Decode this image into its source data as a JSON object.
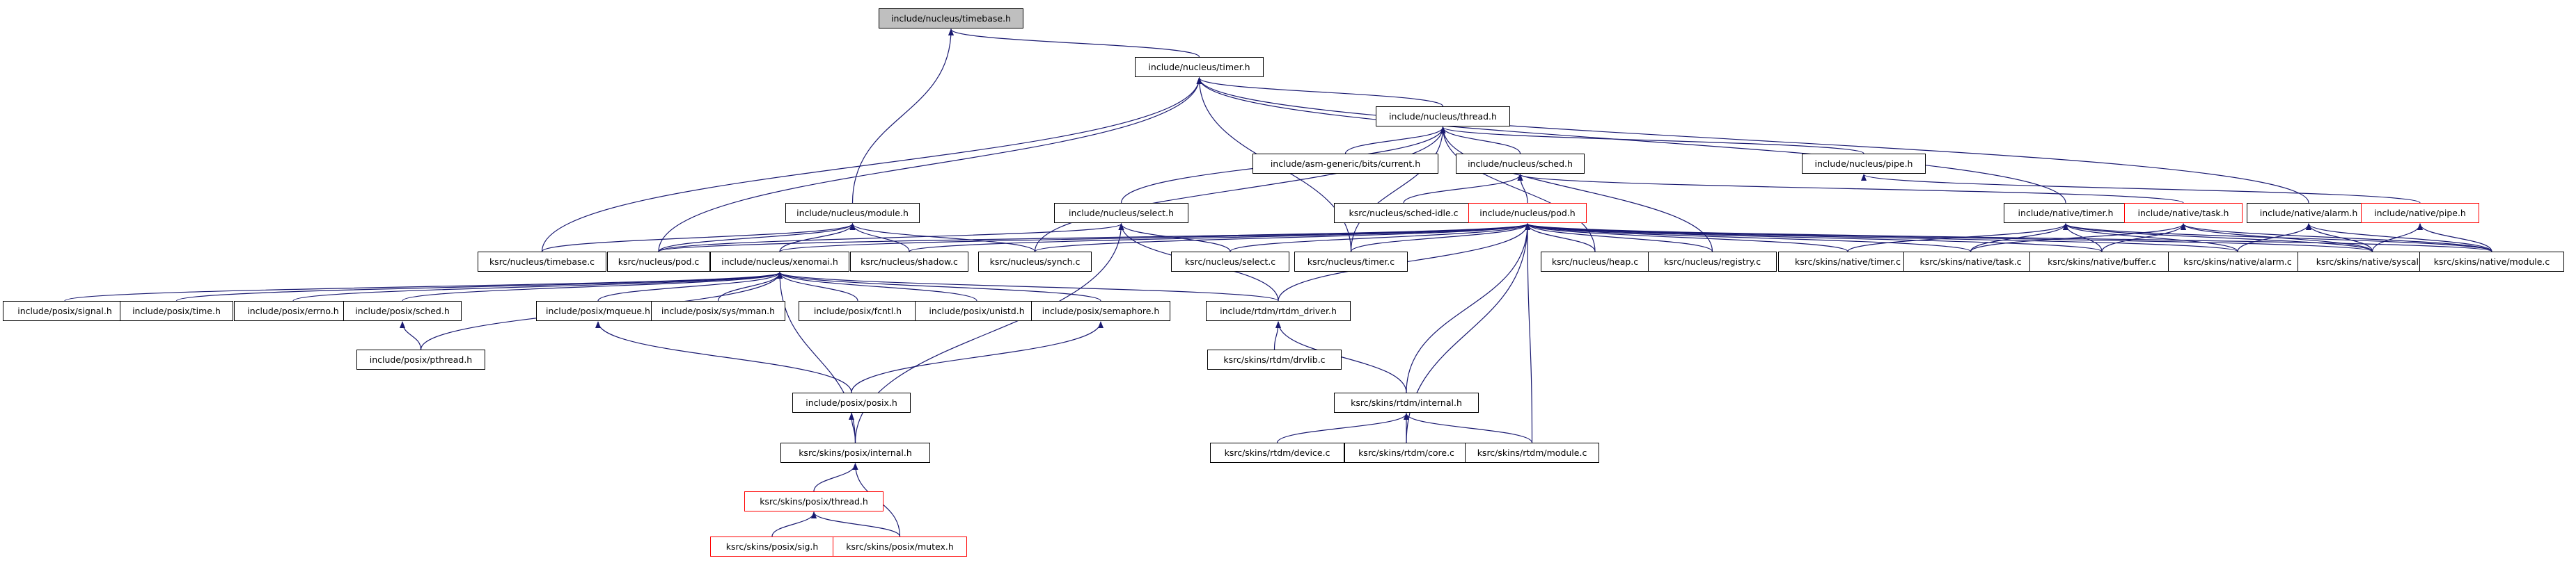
{
  "nodes": [
    {
      "id": "timebase_h",
      "label": "include/nucleus/timebase.h",
      "style": "root"
    },
    {
      "id": "timer_h",
      "label": "include/nucleus/timer.h",
      "style": "normal"
    },
    {
      "id": "thread_h",
      "label": "include/nucleus/thread.h",
      "style": "normal"
    },
    {
      "id": "current_h",
      "label": "include/asm-generic/bits/current.h",
      "style": "normal"
    },
    {
      "id": "sched_h",
      "label": "include/nucleus/sched.h",
      "style": "normal"
    },
    {
      "id": "pipe_h",
      "label": "include/nucleus/pipe.h",
      "style": "normal"
    },
    {
      "id": "module_h",
      "label": "include/nucleus/module.h",
      "style": "normal"
    },
    {
      "id": "select_h",
      "label": "include/nucleus/select.h",
      "style": "normal"
    },
    {
      "id": "sched_idle_c",
      "label": "ksrc/nucleus/sched-idle.c",
      "style": "normal"
    },
    {
      "id": "pod_h",
      "label": "include/nucleus/pod.h",
      "style": "red"
    },
    {
      "id": "native_timer_h",
      "label": "include/native/timer.h",
      "style": "normal"
    },
    {
      "id": "native_task_h",
      "label": "include/native/task.h",
      "style": "red"
    },
    {
      "id": "native_alarm_h",
      "label": "include/native/alarm.h",
      "style": "normal"
    },
    {
      "id": "native_pipe_h",
      "label": "include/native/pipe.h",
      "style": "red"
    },
    {
      "id": "timebase_c",
      "label": "ksrc/nucleus/timebase.c",
      "style": "normal"
    },
    {
      "id": "pod_c",
      "label": "ksrc/nucleus/pod.c",
      "style": "normal"
    },
    {
      "id": "xenomai_h",
      "label": "include/nucleus/xenomai.h",
      "style": "normal"
    },
    {
      "id": "shadow_c",
      "label": "ksrc/nucleus/shadow.c",
      "style": "normal"
    },
    {
      "id": "synch_c",
      "label": "ksrc/nucleus/synch.c",
      "style": "normal"
    },
    {
      "id": "select_c",
      "label": "ksrc/nucleus/select.c",
      "style": "normal"
    },
    {
      "id": "timer_c",
      "label": "ksrc/nucleus/timer.c",
      "style": "normal"
    },
    {
      "id": "heap_c",
      "label": "ksrc/nucleus/heap.c",
      "style": "normal"
    },
    {
      "id": "registry_c",
      "label": "ksrc/nucleus/registry.c",
      "style": "normal"
    },
    {
      "id": "n_timer_c",
      "label": "ksrc/skins/native/timer.c",
      "style": "normal"
    },
    {
      "id": "n_task_c",
      "label": "ksrc/skins/native/task.c",
      "style": "normal"
    },
    {
      "id": "n_buffer_c",
      "label": "ksrc/skins/native/buffer.c",
      "style": "normal"
    },
    {
      "id": "n_alarm_c",
      "label": "ksrc/skins/native/alarm.c",
      "style": "normal"
    },
    {
      "id": "n_syscall_c",
      "label": "ksrc/skins/native/syscall.c",
      "style": "normal"
    },
    {
      "id": "n_module_c",
      "label": "ksrc/skins/native/module.c",
      "style": "normal"
    },
    {
      "id": "px_signal_h",
      "label": "include/posix/signal.h",
      "style": "normal"
    },
    {
      "id": "px_time_h",
      "label": "include/posix/time.h",
      "style": "normal"
    },
    {
      "id": "px_errno_h",
      "label": "include/posix/errno.h",
      "style": "normal"
    },
    {
      "id": "px_sched_h",
      "label": "include/posix/sched.h",
      "style": "normal"
    },
    {
      "id": "px_mqueue_h",
      "label": "include/posix/mqueue.h",
      "style": "normal"
    },
    {
      "id": "px_mman_h",
      "label": "include/posix/sys/mman.h",
      "style": "normal"
    },
    {
      "id": "px_fcntl_h",
      "label": "include/posix/fcntl.h",
      "style": "normal"
    },
    {
      "id": "px_unistd_h",
      "label": "include/posix/unistd.h",
      "style": "normal"
    },
    {
      "id": "px_semaphore_h",
      "label": "include/posix/semaphore.h",
      "style": "normal"
    },
    {
      "id": "rtdm_driver_h",
      "label": "include/rtdm/rtdm_driver.h",
      "style": "normal"
    },
    {
      "id": "px_pthread_h",
      "label": "include/posix/pthread.h",
      "style": "normal"
    },
    {
      "id": "drvlib_c",
      "label": "ksrc/skins/rtdm/drvlib.c",
      "style": "normal"
    },
    {
      "id": "px_posix_h",
      "label": "include/posix/posix.h",
      "style": "normal"
    },
    {
      "id": "rtdm_internal_h",
      "label": "ksrc/skins/rtdm/internal.h",
      "style": "normal"
    },
    {
      "id": "px_internal_h",
      "label": "ksrc/skins/posix/internal.h",
      "style": "normal"
    },
    {
      "id": "rtdm_device_c",
      "label": "ksrc/skins/rtdm/device.c",
      "style": "normal"
    },
    {
      "id": "rtdm_core_c",
      "label": "ksrc/skins/rtdm/core.c",
      "style": "normal"
    },
    {
      "id": "rtdm_module_c",
      "label": "ksrc/skins/rtdm/module.c",
      "style": "normal"
    },
    {
      "id": "px_thread_h",
      "label": "ksrc/skins/posix/thread.h",
      "style": "red"
    },
    {
      "id": "px_sig_h",
      "label": "ksrc/skins/posix/sig.h",
      "style": "red"
    },
    {
      "id": "px_mutex_h",
      "label": "ksrc/skins/posix/mutex.h",
      "style": "red"
    }
  ],
  "edges": [
    [
      "timer_h",
      "timebase_h"
    ],
    [
      "module_h",
      "timebase_h"
    ],
    [
      "thread_h",
      "timer_h"
    ],
    [
      "timebase_c",
      "timer_h"
    ],
    [
      "pod_c",
      "timer_h"
    ],
    [
      "timer_c",
      "timer_h"
    ],
    [
      "native_timer_h",
      "timer_h"
    ],
    [
      "native_alarm_h",
      "timer_h"
    ],
    [
      "current_h",
      "thread_h"
    ],
    [
      "sched_h",
      "thread_h"
    ],
    [
      "pipe_h",
      "thread_h"
    ],
    [
      "select_h",
      "thread_h"
    ],
    [
      "synch_c",
      "thread_h"
    ],
    [
      "timer_c",
      "thread_h"
    ],
    [
      "registry_c",
      "thread_h"
    ],
    [
      "heap_c",
      "thread_h"
    ],
    [
      "sched_idle_c",
      "sched_h"
    ],
    [
      "pod_h",
      "sched_h"
    ],
    [
      "native_task_h",
      "sched_h"
    ],
    [
      "native_pipe_h",
      "pipe_h"
    ],
    [
      "timebase_c",
      "module_h"
    ],
    [
      "pod_c",
      "module_h"
    ],
    [
      "xenomai_h",
      "module_h"
    ],
    [
      "shadow_c",
      "module_h"
    ],
    [
      "synch_c",
      "module_h"
    ],
    [
      "pod_c",
      "select_h"
    ],
    [
      "select_c",
      "select_h"
    ],
    [
      "rtdm_driver_h",
      "select_h"
    ],
    [
      "px_internal_h",
      "select_h"
    ],
    [
      "pod_c",
      "pod_h"
    ],
    [
      "xenomai_h",
      "pod_h"
    ],
    [
      "shadow_c",
      "pod_h"
    ],
    [
      "synch_c",
      "pod_h"
    ],
    [
      "select_c",
      "pod_h"
    ],
    [
      "timer_c",
      "pod_h"
    ],
    [
      "heap_c",
      "pod_h"
    ],
    [
      "registry_c",
      "pod_h"
    ],
    [
      "n_timer_c",
      "pod_h"
    ],
    [
      "n_task_c",
      "pod_h"
    ],
    [
      "n_buffer_c",
      "pod_h"
    ],
    [
      "n_alarm_c",
      "pod_h"
    ],
    [
      "n_syscall_c",
      "pod_h"
    ],
    [
      "n_module_c",
      "pod_h"
    ],
    [
      "rtdm_driver_h",
      "pod_h"
    ],
    [
      "rtdm_internal_h",
      "pod_h"
    ],
    [
      "rtdm_core_c",
      "pod_h"
    ],
    [
      "rtdm_module_c",
      "pod_h"
    ],
    [
      "n_timer_c",
      "native_timer_h"
    ],
    [
      "n_task_c",
      "native_timer_h"
    ],
    [
      "n_buffer_c",
      "native_timer_h"
    ],
    [
      "n_alarm_c",
      "native_timer_h"
    ],
    [
      "n_syscall_c",
      "native_timer_h"
    ],
    [
      "n_module_c",
      "native_timer_h"
    ],
    [
      "n_task_c",
      "native_task_h"
    ],
    [
      "n_buffer_c",
      "native_task_h"
    ],
    [
      "n_syscall_c",
      "native_task_h"
    ],
    [
      "n_module_c",
      "native_task_h"
    ],
    [
      "n_alarm_c",
      "native_alarm_h"
    ],
    [
      "n_syscall_c",
      "native_alarm_h"
    ],
    [
      "n_module_c",
      "native_alarm_h"
    ],
    [
      "n_syscall_c",
      "native_pipe_h"
    ],
    [
      "n_module_c",
      "native_pipe_h"
    ],
    [
      "px_signal_h",
      "xenomai_h"
    ],
    [
      "px_time_h",
      "xenomai_h"
    ],
    [
      "px_errno_h",
      "xenomai_h"
    ],
    [
      "px_sched_h",
      "xenomai_h"
    ],
    [
      "px_mqueue_h",
      "xenomai_h"
    ],
    [
      "px_mman_h",
      "xenomai_h"
    ],
    [
      "px_fcntl_h",
      "xenomai_h"
    ],
    [
      "px_unistd_h",
      "xenomai_h"
    ],
    [
      "px_semaphore_h",
      "xenomai_h"
    ],
    [
      "rtdm_driver_h",
      "xenomai_h"
    ],
    [
      "px_pthread_h",
      "xenomai_h"
    ],
    [
      "px_internal_h",
      "xenomai_h"
    ],
    [
      "px_pthread_h",
      "px_sched_h"
    ],
    [
      "px_posix_h",
      "px_mqueue_h"
    ],
    [
      "px_posix_h",
      "px_semaphore_h"
    ],
    [
      "px_internal_h",
      "px_posix_h"
    ],
    [
      "drvlib_c",
      "rtdm_driver_h"
    ],
    [
      "rtdm_internal_h",
      "rtdm_driver_h"
    ],
    [
      "rtdm_device_c",
      "rtdm_internal_h"
    ],
    [
      "rtdm_core_c",
      "rtdm_internal_h"
    ],
    [
      "rtdm_module_c",
      "rtdm_internal_h"
    ],
    [
      "px_thread_h",
      "px_internal_h"
    ],
    [
      "px_mutex_h",
      "px_internal_h"
    ],
    [
      "px_sig_h",
      "px_thread_h"
    ],
    [
      "px_mutex_h",
      "px_thread_h"
    ]
  ]
}
